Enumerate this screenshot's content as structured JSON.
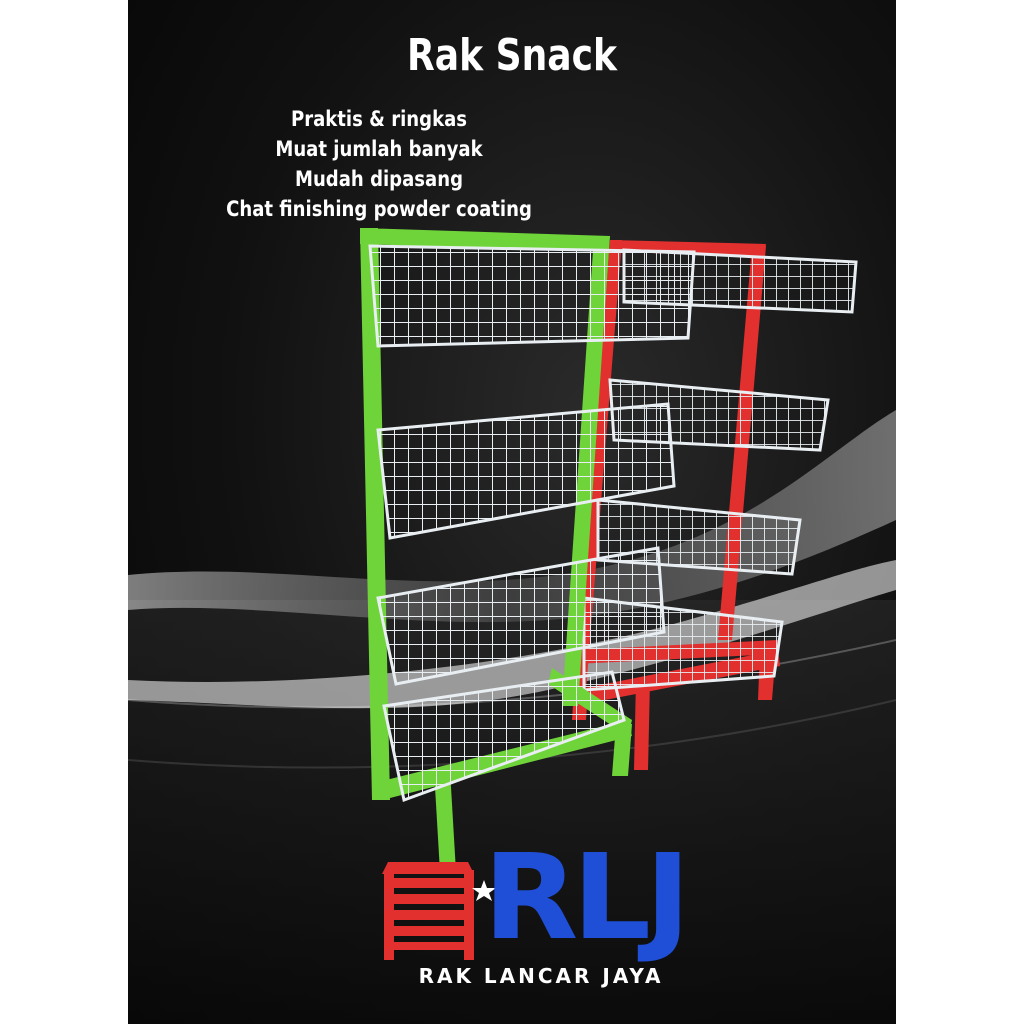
{
  "title": "Rak Snack",
  "features": [
    "Praktis & ringkas",
    "Muat jumlah banyak",
    "Mudah dipasang",
    "Chat finishing powder coating"
  ],
  "logo": {
    "letters": "RLJ",
    "brand_name": "RAK LANCAR JAYA"
  },
  "colors": {
    "background": "#0b0b0b",
    "frame_left": "#6fd33a",
    "frame_right": "#e2302f",
    "wire": "#e8eef2",
    "logo_blue": "#1e4fd6",
    "logo_red": "#e2302f"
  }
}
